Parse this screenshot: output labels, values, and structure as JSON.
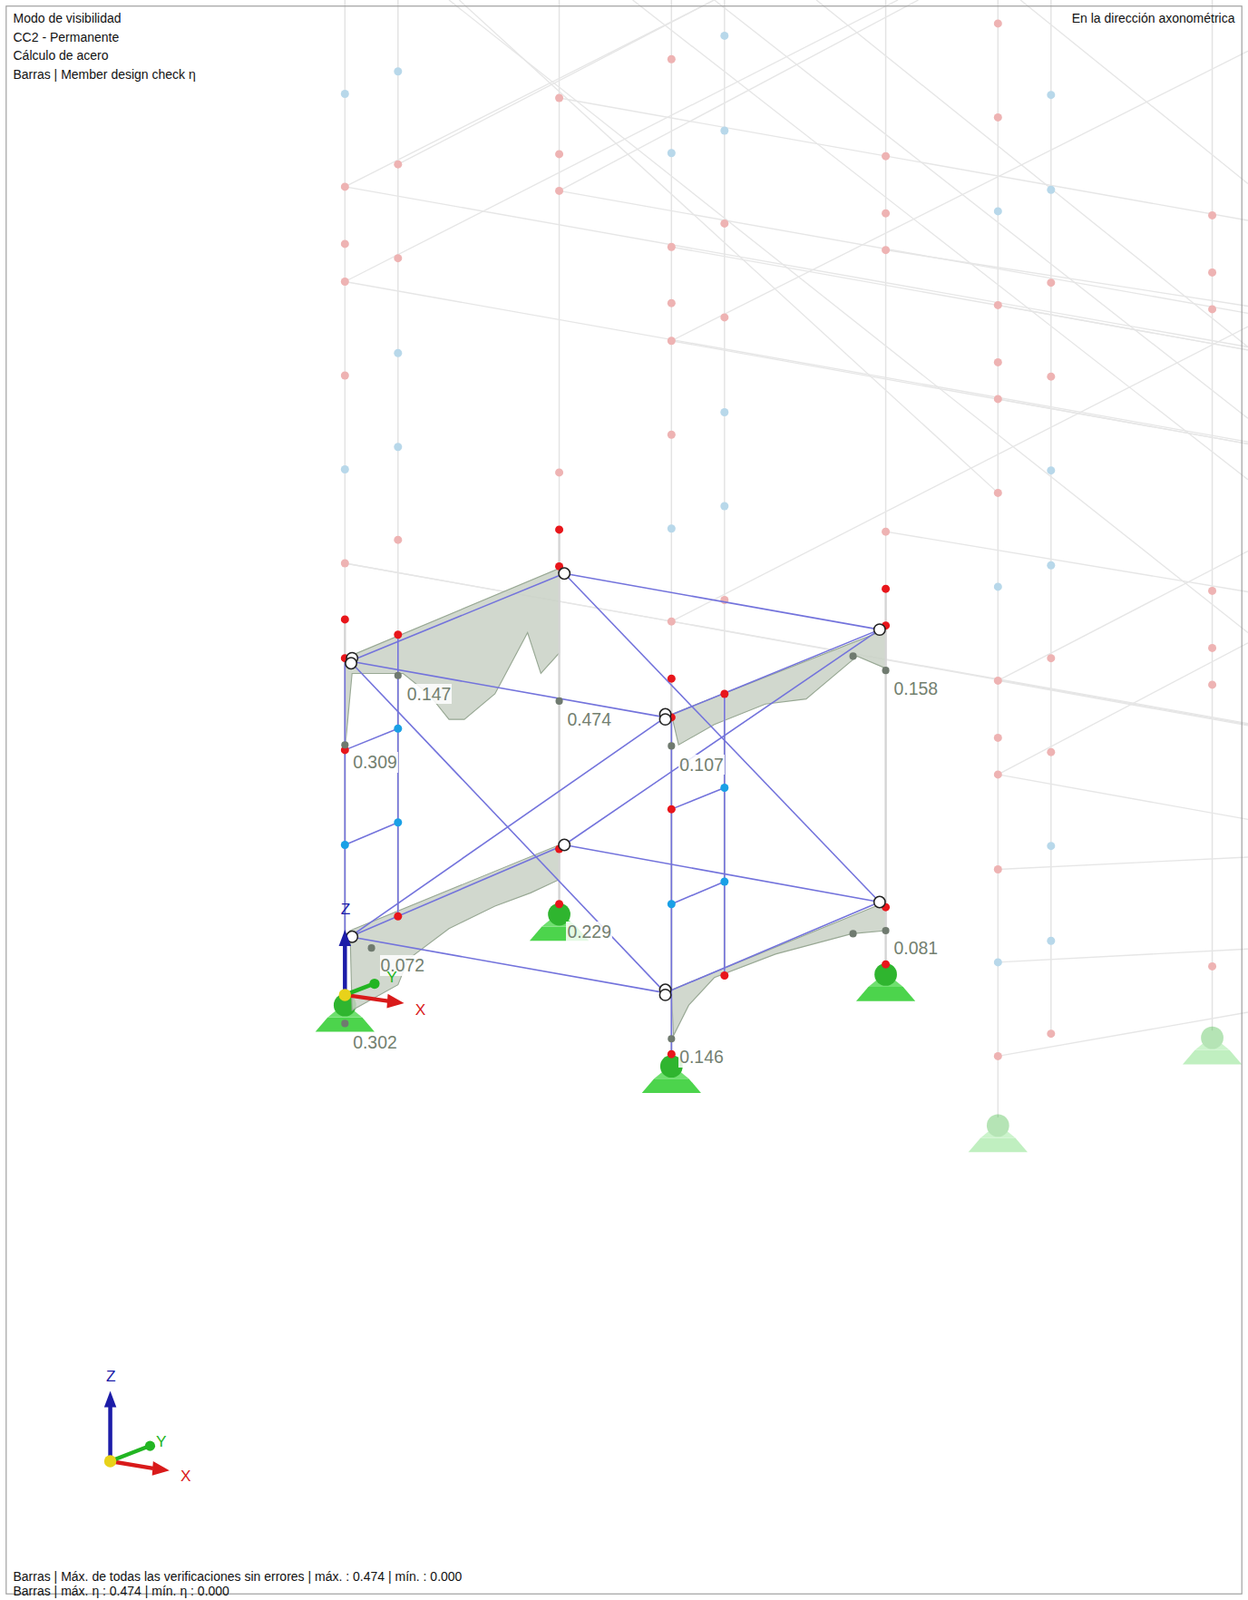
{
  "diagram": {
    "labels": [
      "Modo de visibilidad",
      "CC2 - Permanente",
      "Cálculo de acero",
      "Barras | Member design check η",
      "En la dirección axonométrica",
      "0.147",
      "0.474",
      "0.158",
      "0.309",
      "0.107",
      "0.229",
      "0.072",
      "0.081",
      "0.302",
      "0.146",
      "Z",
      "Y",
      "X",
      "Z",
      "Y",
      "X",
      "Barras | Máx. de todas las verificaciones sin errores | máx.  : 0.474 | mín.  : 0.000",
      "Barras | máx. η : 0.474 | mín. η : 0.000"
    ]
  }
}
